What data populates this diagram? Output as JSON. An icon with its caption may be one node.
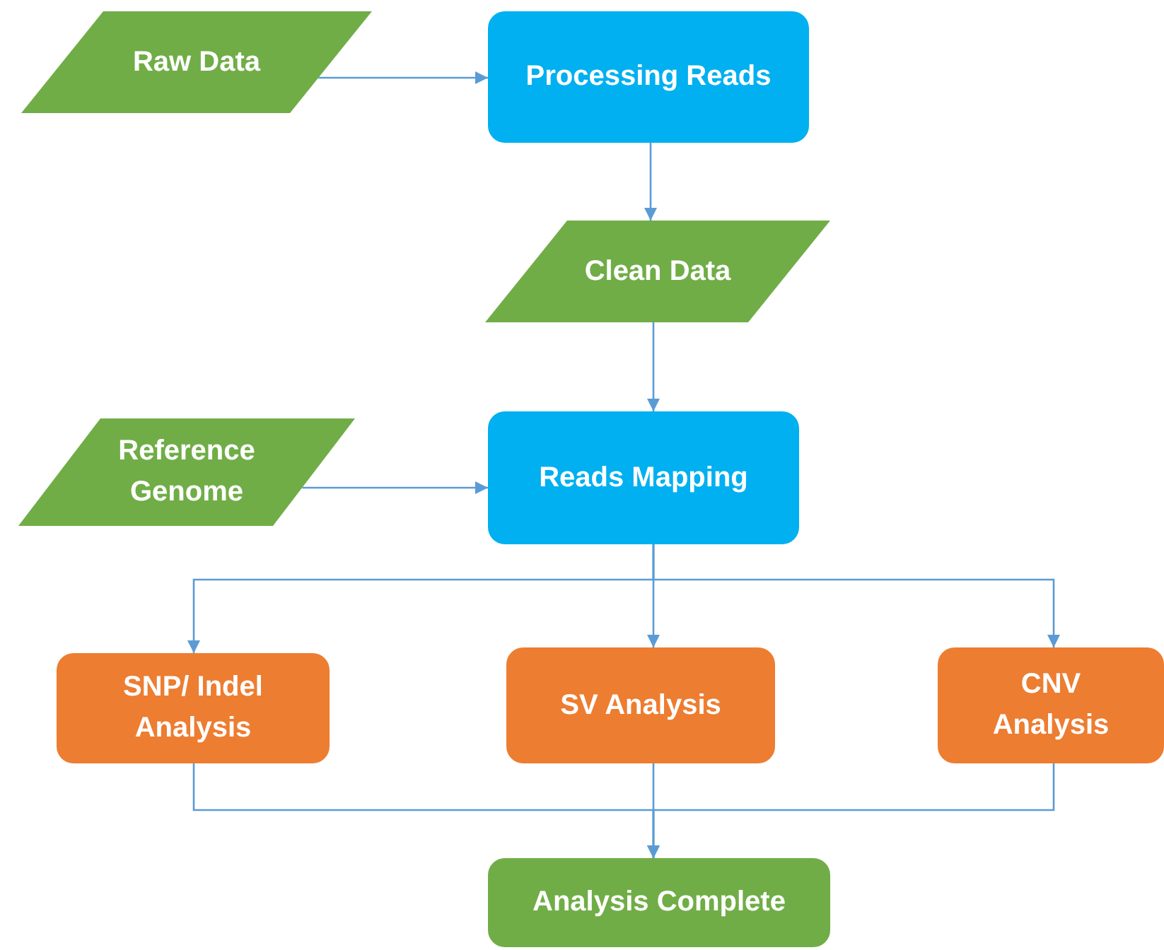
{
  "diagram": {
    "nodes": [
      {
        "text": [
          "Raw Data"
        ]
      },
      {
        "text": [
          "Processing Reads"
        ]
      },
      {
        "text": [
          "Clean Data"
        ]
      },
      {
        "text": [
          "Reference Genome"
        ]
      },
      {
        "text": [
          "Reads Mapping"
        ]
      },
      {
        "text": [
          "SNP/ Indel Analysis"
        ]
      },
      {
        "text": [
          "SV Analysis"
        ]
      },
      {
        "text": [
          "CNV Analysis"
        ]
      },
      {
        "text": [
          "Analysis Complete"
        ]
      }
    ],
    "edges": [
      {
        "from": 0,
        "to": 1,
        "arrow": "to"
      },
      {
        "from": 1,
        "to": 2,
        "arrow": "to"
      },
      {
        "from": 2,
        "to": 4,
        "arrow": "to"
      },
      {
        "from": 3,
        "to": 4,
        "arrow": "to"
      },
      {
        "from": 4,
        "to": 5,
        "arrow": "to"
      },
      {
        "from": 4,
        "to": 6,
        "arrow": "to"
      },
      {
        "from": 4,
        "to": 7,
        "arrow": "to"
      },
      {
        "from": 5,
        "to": 8,
        "arrow": "to"
      },
      {
        "from": 6,
        "to": 8,
        "arrow": "to"
      },
      {
        "from": 7,
        "to": 8,
        "arrow": "to"
      }
    ]
  }
}
